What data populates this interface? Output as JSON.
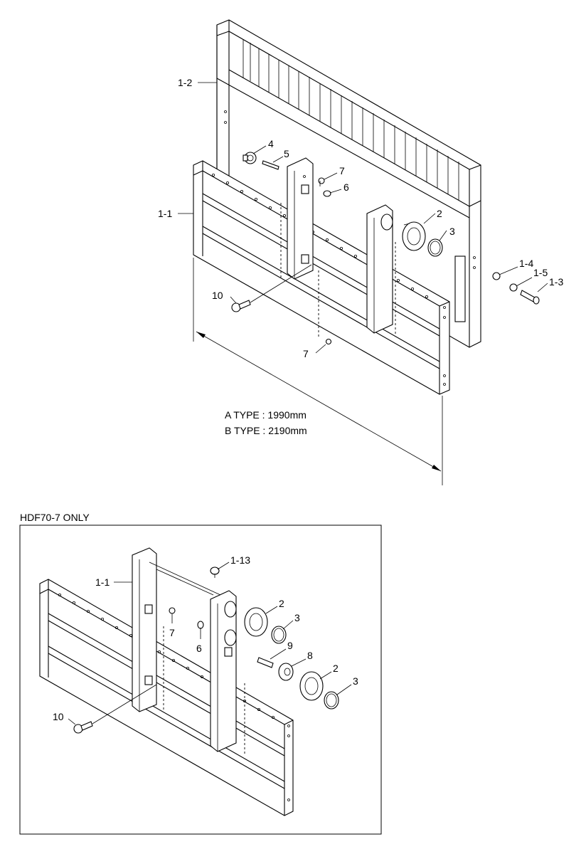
{
  "top_labels": {
    "l1_2": "1-2",
    "l1_1": "1-1",
    "l4": "4",
    "l5": "5",
    "l7a": "7",
    "l6": "6",
    "l2": "2",
    "l3": "3",
    "l1_4": "1-4",
    "l1_5": "1-5",
    "l1_3": "1-3",
    "l10": "10",
    "l7b": "7"
  },
  "dimension": {
    "a_type": "A TYPE : 1990mm",
    "b_type": "B TYPE : 2190mm"
  },
  "inset": {
    "title": "HDF70-7 ONLY",
    "labels": {
      "l1_1": "1-1",
      "l1_13": "1-13",
      "l2a": "2",
      "l3a": "3",
      "l7": "7",
      "l6": "6",
      "l9": "9",
      "l8": "8",
      "l2b": "2",
      "l3b": "3",
      "l10": "10"
    }
  }
}
